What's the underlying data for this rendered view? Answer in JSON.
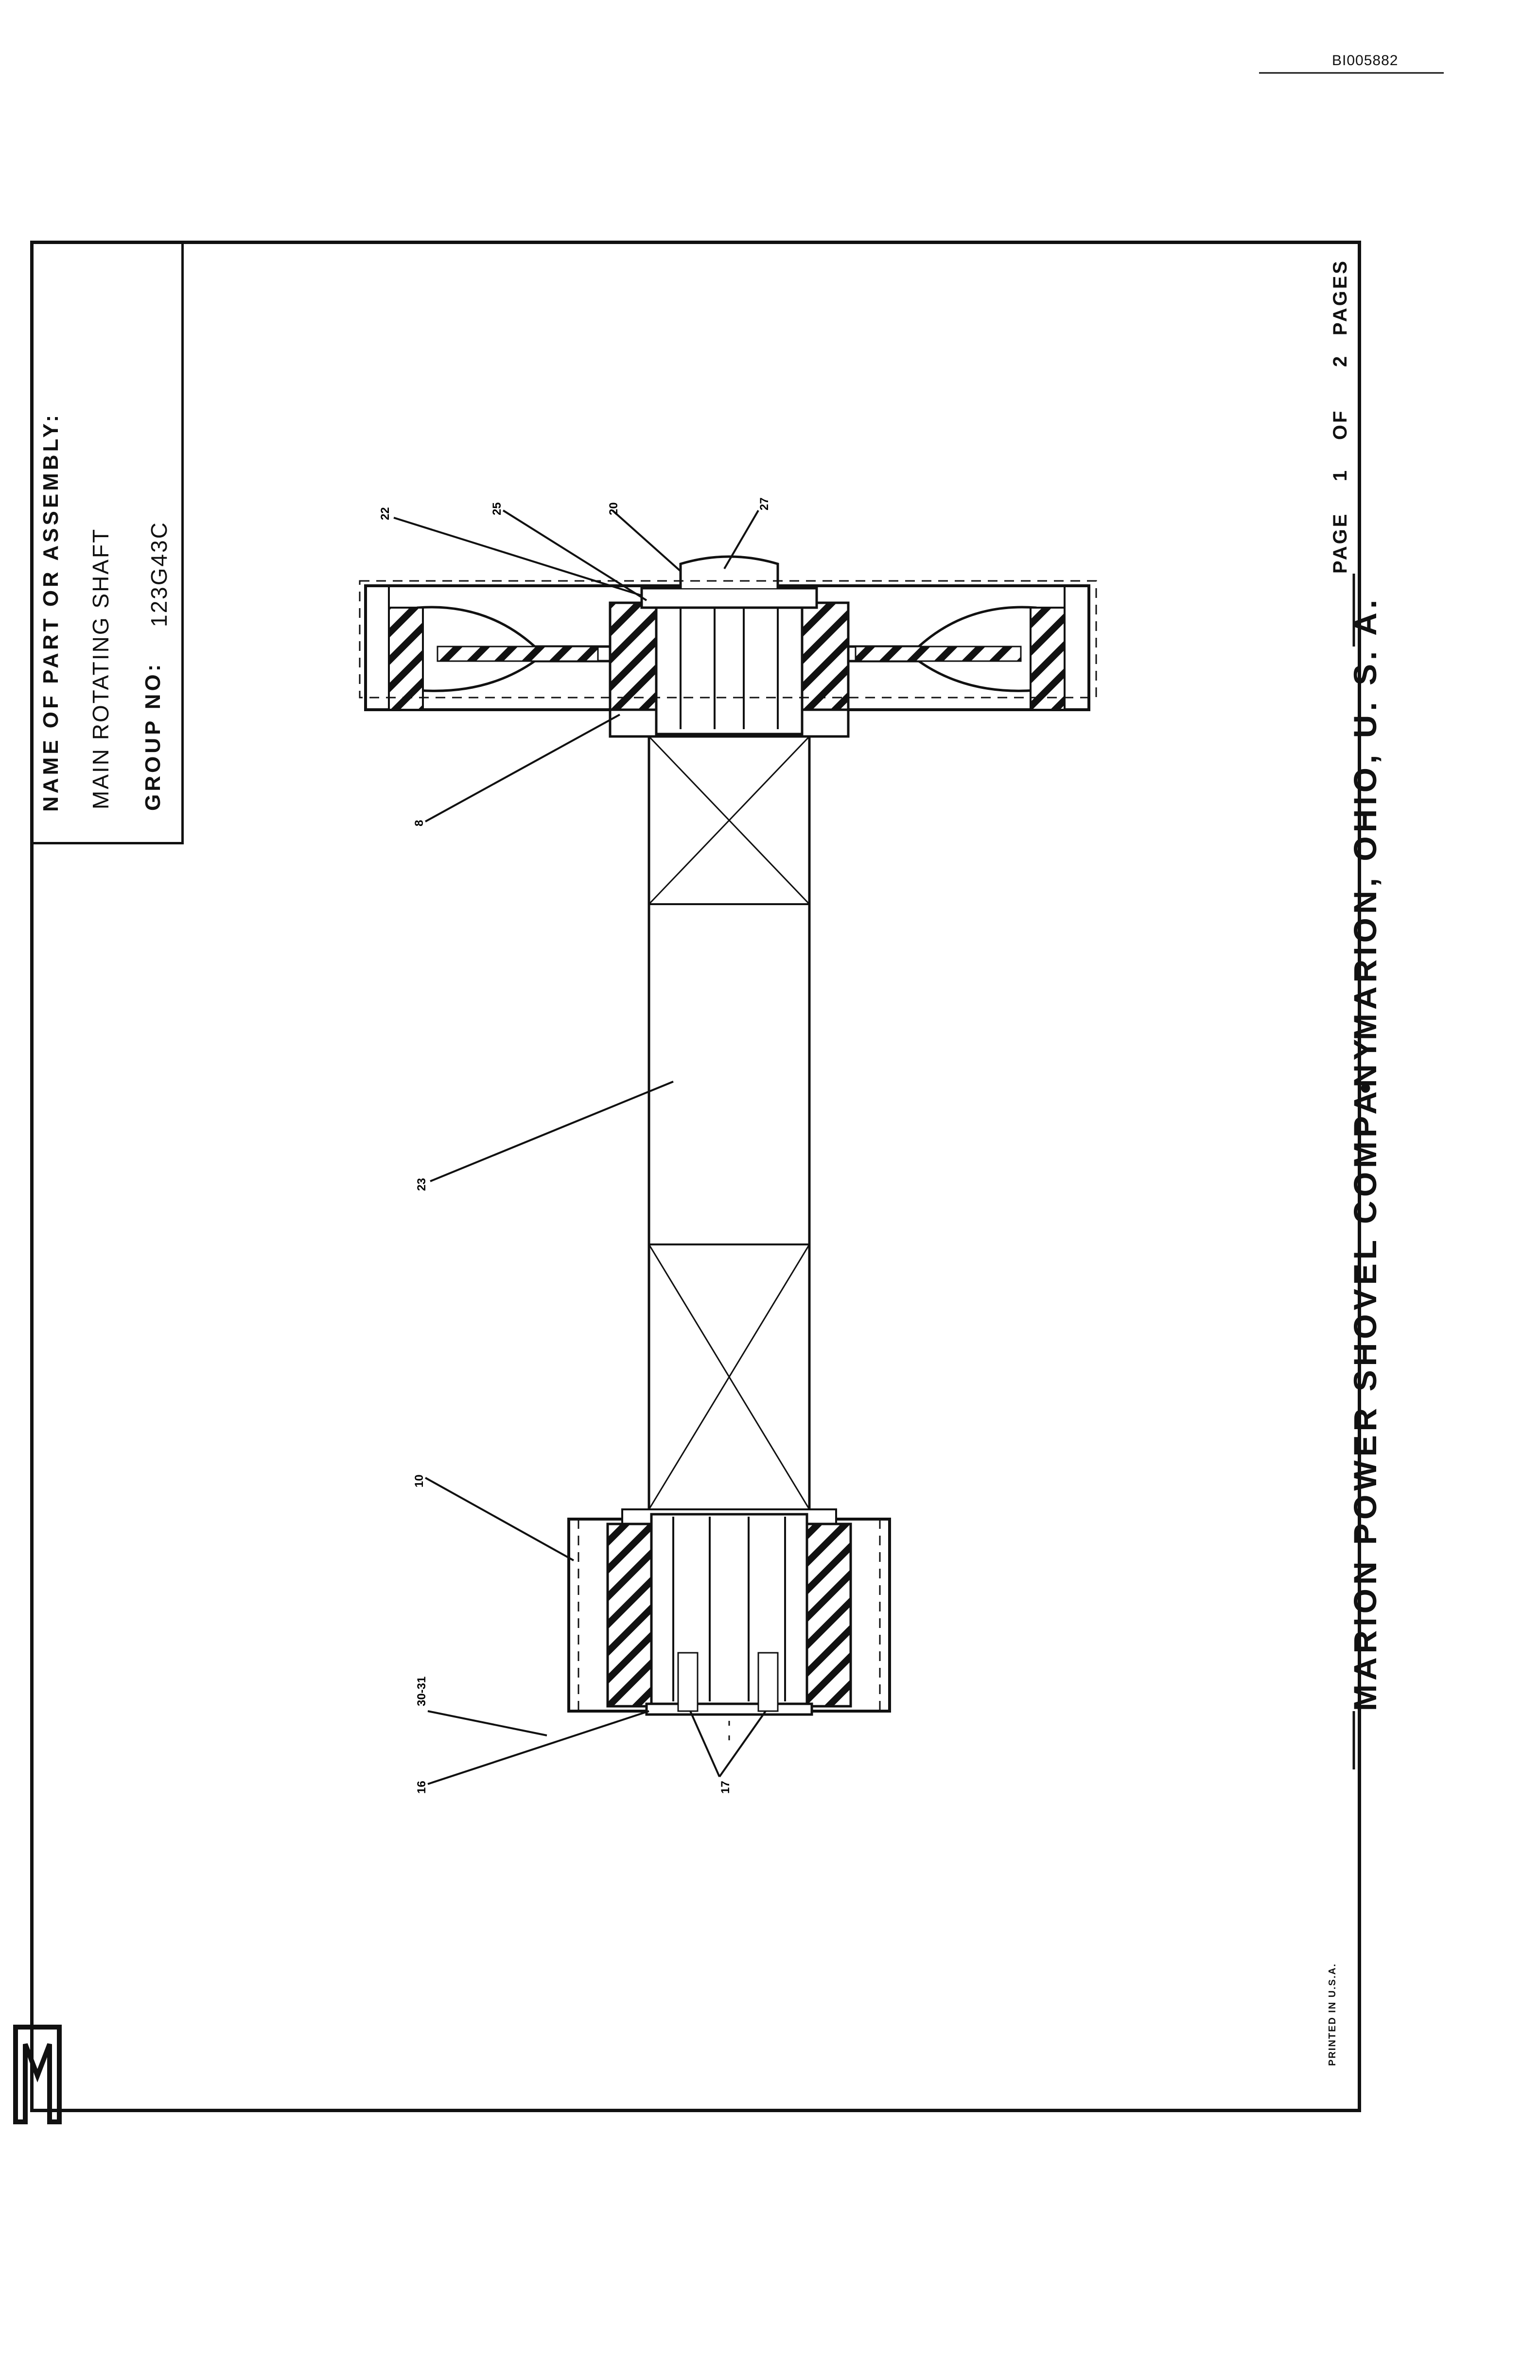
{
  "document_id": "BI005882",
  "title_block": {
    "name_label": "NAME OF PART OR ASSEMBLY:",
    "name_value": "MAIN ROTATING SHAFT",
    "group_label": "GROUP NO:",
    "group_value": "123G43C"
  },
  "footer": {
    "company": "MARION POWER SHOVEL COMPANY",
    "separator": "•",
    "location": "MARION, OHIO, U. S. A.",
    "page_label": "PAGE",
    "page_number": "1",
    "page_of": "OF",
    "page_total": "2",
    "pages_label": "PAGES",
    "printed": "PRINTED IN U.S.A."
  },
  "logo_letter": "M",
  "callouts": {
    "c22": "22",
    "c25": "25",
    "c20": "20",
    "c27": "27",
    "c8": "8",
    "c23": "23",
    "c10": "10",
    "c30_31": "30-31",
    "c16": "16",
    "c17": "17"
  }
}
